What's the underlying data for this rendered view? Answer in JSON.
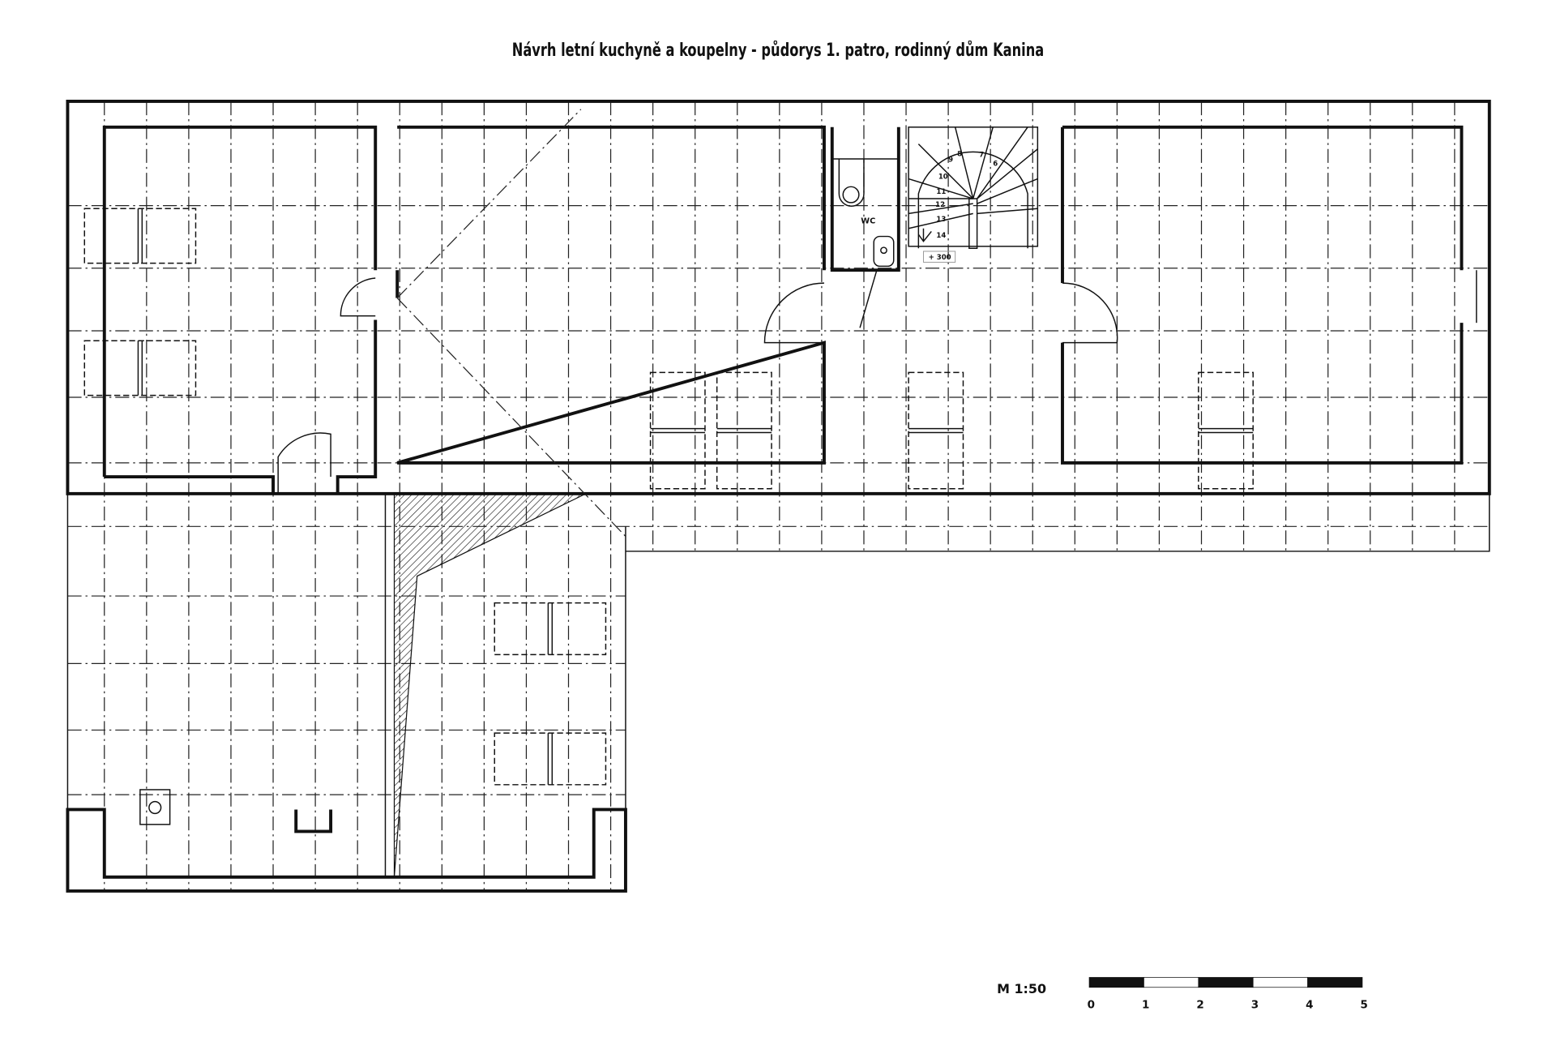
{
  "title": "Návrh letní kuchyně a koupelny - půdorys 1. patro, rodinný dům Kanina",
  "wc_label": "WC",
  "level_label": "+ 300",
  "stair_steps": [
    "6",
    "7",
    "8",
    "9",
    "10",
    "11",
    "12",
    "13",
    "14"
  ],
  "scale": {
    "label": "M 1:50",
    "ticks": [
      "0",
      "1",
      "2",
      "3",
      "4",
      "5"
    ]
  }
}
